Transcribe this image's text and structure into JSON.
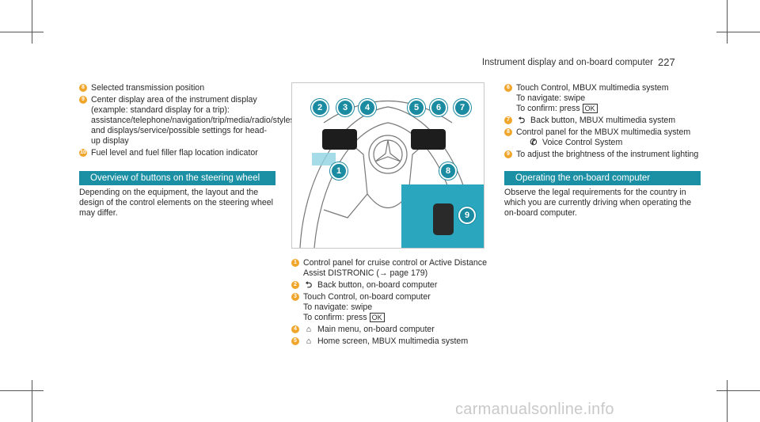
{
  "header": {
    "title": "Instrument display and on-board computer",
    "page_number": "227"
  },
  "left_column": {
    "items_top": [
      {
        "num": "8",
        "text": "Selected transmission position"
      },
      {
        "num": "9",
        "text": "Center display area of the instrument display (example: standard display for a trip): assistance/telephone/navigation/trip/media/radio/styles and displays/service/possible settings for head-up display"
      },
      {
        "num": "10",
        "text": "Fuel level and fuel filler flap location indicator"
      }
    ],
    "section_title": "Overview of buttons on the steering wheel",
    "body": "Depending on the equipment, the layout and the design of the control elements on the steering wheel may differ."
  },
  "figure_items": [
    {
      "num": "1",
      "text": "Control panel for cruise control or Active Distance Assist DISTRONIC (→ page 179)"
    },
    {
      "num": "2",
      "icon": "⮌",
      "icon_name": "back-arrow-icon",
      "text": "Back button, on-board computer"
    },
    {
      "num": "3",
      "text": "Touch Control, on-board computer",
      "sub1": "To navigate: swipe",
      "sub2": "To confirm: press",
      "key": "OK"
    },
    {
      "num": "4",
      "icon": "⌂",
      "icon_name": "home-icon",
      "text": "Main menu, on-board computer"
    },
    {
      "num": "5",
      "icon": "⌂",
      "icon_name": "home-icon",
      "text": "Home screen, MBUX multimedia system"
    }
  ],
  "right_column": {
    "items": [
      {
        "num": "6",
        "text": "Touch Control, MBUX multimedia system",
        "sub1": "To navigate: swipe",
        "sub2": "To confirm: press",
        "key": "OK"
      },
      {
        "num": "7",
        "icon": "⮌",
        "icon_name": "back-arrow-icon",
        "text": "Back button, MBUX multimedia system"
      },
      {
        "num": "8",
        "text": "Control panel for the MBUX multimedia system",
        "sub_icon": "✆",
        "sub_icon_name": "voice-control-icon",
        "sub_text": "Voice Control System"
      },
      {
        "num": "9",
        "text": "To adjust the brightness of the instrument lighting"
      }
    ],
    "section_title": "Operating the on-board computer",
    "body": "Observe the legal requirements for the country in which you are currently driving when operating the on-board computer."
  },
  "callouts": [
    "1",
    "2",
    "3",
    "4",
    "5",
    "6",
    "7",
    "8",
    "9"
  ],
  "watermark": "carmanualsonline.info",
  "colors": {
    "accent": "#1b8fa3",
    "badge": "#f0a52b",
    "figure_highlight": "#2aa6bf"
  }
}
